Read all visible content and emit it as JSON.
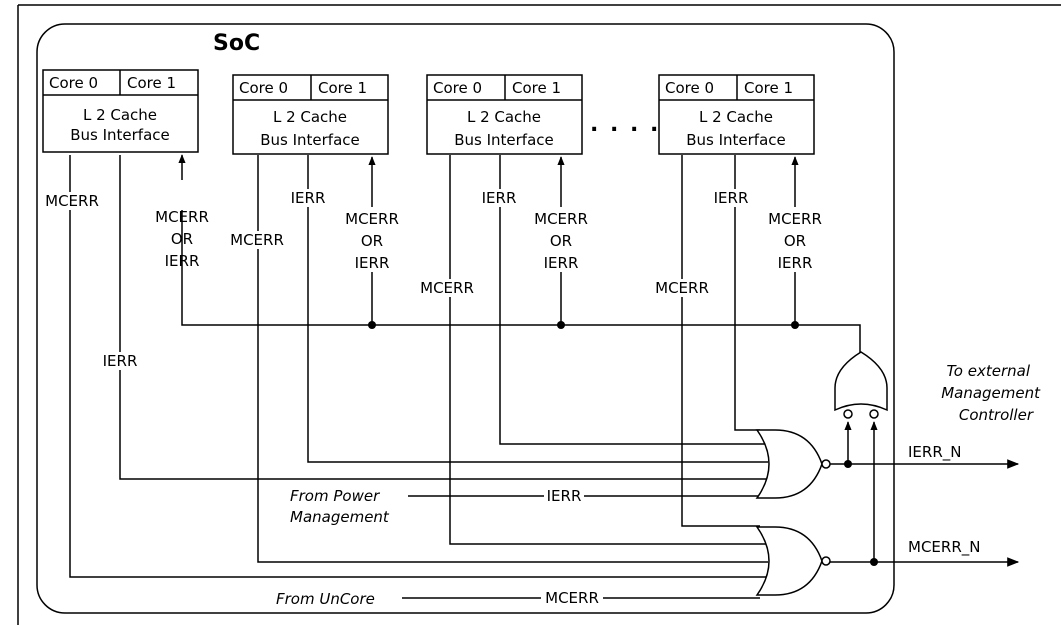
{
  "soc_label": "SoC",
  "core0": "Core 0",
  "core1": "Core 1",
  "cache_line1": "L 2 Cache",
  "cache_line2": "Bus Interface",
  "ellipsis": ". . . .",
  "sig_mcerr": "MCERR",
  "sig_ierr": "IERR",
  "sig_or": "OR",
  "ext_line1": "To external",
  "ext_line2": "Management",
  "ext_line3": "Controller",
  "pm_line1": "From Power",
  "pm_line2": "Management",
  "uncore": "From UnCore",
  "out_ierr": "IERR_N",
  "out_mcerr": "MCERR_N"
}
